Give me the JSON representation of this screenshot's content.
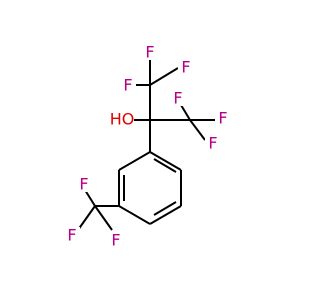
{
  "colors": {
    "fluorine": "#B3008A",
    "oxygen": "#E00000",
    "carbon_bond": "#000000",
    "background": "#FFFFFF"
  },
  "atoms": [
    {
      "id": "f1",
      "label": "F",
      "element": "fluorine"
    },
    {
      "id": "f2",
      "label": "F",
      "element": "fluorine"
    },
    {
      "id": "f3",
      "label": "F",
      "element": "fluorine"
    },
    {
      "id": "f4",
      "label": "F",
      "element": "fluorine"
    },
    {
      "id": "f5",
      "label": "F",
      "element": "fluorine"
    },
    {
      "id": "f6",
      "label": "F",
      "element": "fluorine"
    },
    {
      "id": "oh",
      "label": "HO",
      "element": "oxygen"
    },
    {
      "id": "f7",
      "label": "F",
      "element": "fluorine"
    },
    {
      "id": "f8",
      "label": "F",
      "element": "fluorine"
    },
    {
      "id": "f9",
      "label": "F",
      "element": "fluorine"
    }
  ]
}
